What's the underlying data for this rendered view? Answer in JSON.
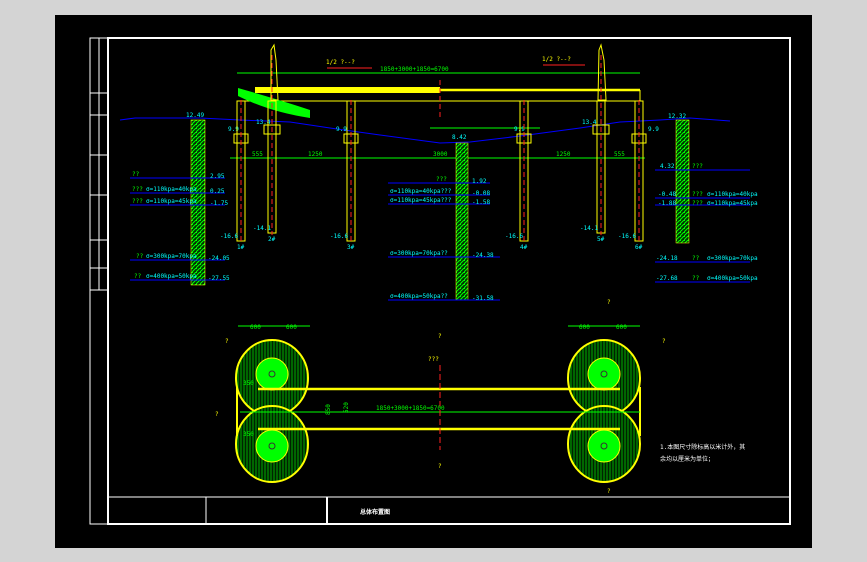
{
  "drawing": {
    "title": "总体布置图",
    "elevation_title": "1/2 ?--?",
    "elevation_title_right": "1/2 ?--?",
    "overall_dimension": "1850+3000+1850=6700",
    "plan_dimension": "1850+3000+1850=6700",
    "plan_label": "???",
    "spans": [
      "555",
      "1250",
      "3000",
      "1250",
      "555"
    ],
    "plan_dims": {
      "top_left": [
        "600",
        "600"
      ],
      "top_right": [
        "600",
        "600"
      ],
      "side": [
        "350",
        "350"
      ],
      "width": "850",
      "inner": "520"
    },
    "section_marks": [
      "?",
      "?",
      "?",
      "?",
      "?",
      "?",
      "?"
    ],
    "pier_numbers": [
      "1#",
      "2#",
      "3#",
      "4#",
      "5#",
      "6#"
    ],
    "pile_bottoms": [
      "-16.6",
      "-14.1",
      "-16.6",
      "-16.6",
      "-14.1",
      "-16.6"
    ],
    "elevations": {
      "left_ground": "12.49",
      "right_ground": "12.32",
      "water": "8.42",
      "left_pier_top": "13.4",
      "right_pier_top": "13.4",
      "cap_left": "9.9",
      "cap_left2": "9.9",
      "cap_right": "9.9",
      "cap_right2": "9.9"
    },
    "left_borehole": [
      {
        "layer": "??",
        "desc": "",
        "level": "2.95"
      },
      {
        "layer": "???",
        "desc": "σ=110kpa=40kpa",
        "level": "0.25"
      },
      {
        "layer": "???",
        "desc": "σ=110kpa=45kpa",
        "level": "-1.75"
      },
      {
        "layer": "??",
        "desc": "σ=300kpa=70kpa",
        "level": "-24.05"
      },
      {
        "layer": "??",
        "desc": "σ=400kpa=50kpa",
        "level": "-27.55"
      }
    ],
    "center_borehole": [
      {
        "desc": "???",
        "level": "1.92"
      },
      {
        "desc": "σ=110kpa=40kpa???",
        "level": "-0.08"
      },
      {
        "desc": "σ=110kpa=45kpa???",
        "level": "-1.58"
      },
      {
        "desc": "σ=300kpa=70kpa??",
        "level": "-24.38"
      },
      {
        "desc": "σ=400kpa=50kpa??",
        "level": "-31.58"
      }
    ],
    "right_borehole": [
      {
        "layer": "???",
        "desc": "",
        "level": "4.32"
      },
      {
        "layer": "???",
        "desc": "σ=110kpa=40kpa",
        "level": "-0.48"
      },
      {
        "layer": "???",
        "desc": "σ=110kpa=45kpa",
        "level": "-1.88"
      },
      {
        "layer": "??",
        "desc": "σ=300kpa=70kpa",
        "level": "-24.18"
      },
      {
        "layer": "??",
        "desc": "σ=400kpa=50kpa",
        "level": "-27.68"
      }
    ],
    "notes": [
      "1.本图尺寸除标高以米计外，其",
      "余均以厘米为单位；"
    ]
  },
  "colors": {
    "background": "#000000",
    "frame": "#ffffff",
    "structure": "#ffff00",
    "dimension": "#00ff00",
    "level": "#0000ff",
    "text_level": "#00ffff",
    "axis": "#ff2020"
  }
}
